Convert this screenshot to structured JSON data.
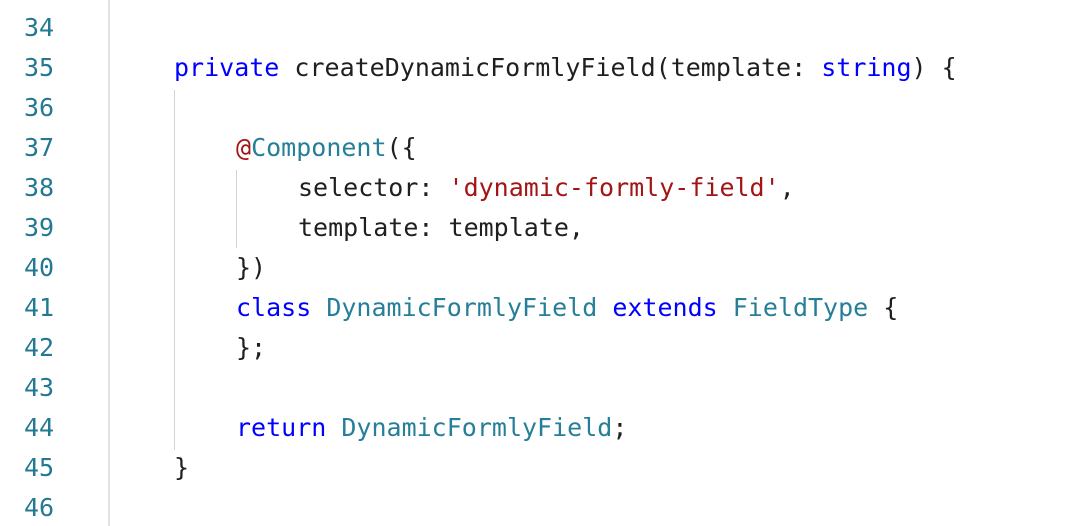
{
  "line_numbers": [
    "34",
    "35",
    "36",
    "37",
    "38",
    "39",
    "40",
    "41",
    "42",
    "43",
    "44",
    "45",
    "46"
  ],
  "code": {
    "l35": {
      "kw1": "private",
      "t1": " createDynamicFormlyField(template: ",
      "kw2": "string",
      "t2": ") {"
    },
    "l37": {
      "deco": "@",
      "name": "Component",
      "t1": "({"
    },
    "l38": {
      "t1": "selector: ",
      "str": "'dynamic-formly-field'",
      "t2": ","
    },
    "l39": {
      "t1": "template: template,"
    },
    "l40": {
      "t1": "})"
    },
    "l41": {
      "kw1": "class",
      "sp1": " ",
      "type1": "DynamicFormlyField",
      "sp2": " ",
      "kw2": "extends",
      "sp3": " ",
      "type2": "FieldType",
      "t1": " {"
    },
    "l42": {
      "t1": "};"
    },
    "l44": {
      "kw1": "return",
      "sp1": " ",
      "type1": "DynamicFormlyField",
      "t1": ";"
    },
    "l45": {
      "t1": "}"
    }
  },
  "colors": {
    "keyword": "#0000ff",
    "type": "#267f99",
    "string": "#a31515",
    "decorator": "#a31515",
    "line_number": "#237893"
  }
}
